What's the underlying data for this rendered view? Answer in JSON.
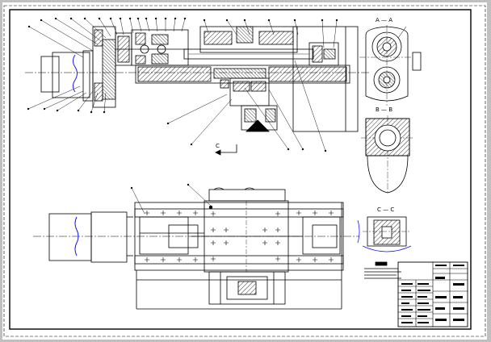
{
  "sections": {
    "a": "A — A",
    "b": "B — B",
    "c": "C — C"
  },
  "view_marker": "C",
  "colors": {
    "background": "#c0c0c0",
    "sheet": "#ffffff",
    "line": "#000000",
    "hidden": "#000000",
    "wavy_break": "#1a1aff"
  }
}
